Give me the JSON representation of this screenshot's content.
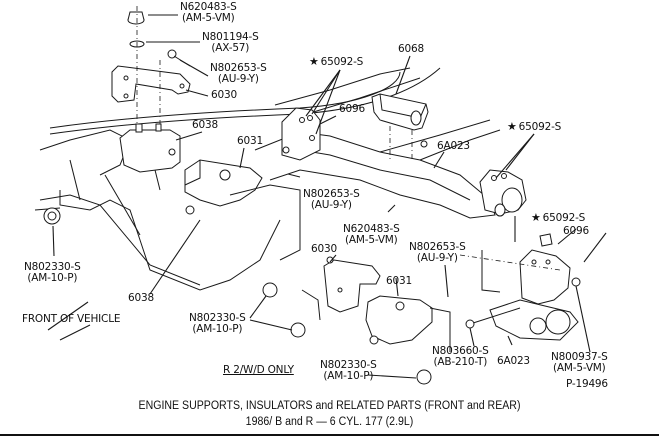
{
  "diagram": {
    "figure_id": "P-19496",
    "title_line1": "ENGINE SUPPORTS, INSULATORS and RELATED PARTS (FRONT and REAR)",
    "title_line2": "1986/ B and R — 6 CYL. 177 (2.9L)",
    "note_r2wd": "R 2/W/D ONLY",
    "front_of_vehicle": "FRONT OF VEHICLE",
    "star_symbol": "★",
    "callouts": {
      "nut_top": {
        "part": "N620483-S",
        "code": "(AM-5-VM)"
      },
      "washer_top": {
        "part": "N801194-S",
        "code": "(AX-57)"
      },
      "bolt_top": {
        "part": "N802653-S",
        "code": "(AU-9-Y)"
      },
      "bracket_6030_top": {
        "part": "6030"
      },
      "insulator_6038_top": {
        "part": "6038"
      },
      "insulator_6031_top": {
        "part": "6031"
      },
      "star_65092_left": {
        "part": "65092-S"
      },
      "support_6096_left": {
        "part": "6096"
      },
      "insulator_6068": {
        "part": "6068"
      },
      "crossmember_6a023_top": {
        "part": "6A023"
      },
      "star_65092_right": {
        "part": "65092-S"
      },
      "star_65092_lower": {
        "part": "65092-S"
      },
      "support_6096_right": {
        "part": "6096"
      },
      "bolt_mid": {
        "part": "N802653-S",
        "code": "(AU-9-Y)"
      },
      "nut_mid": {
        "part": "N620483-S",
        "code": "(AM-5-VM)"
      },
      "nut_left": {
        "part": "N802330-S",
        "code": "(AM-10-P)"
      },
      "insulator_6038_bottom": {
        "part": "6038"
      },
      "bracket_6030_bottom": {
        "part": "6030"
      },
      "insulator_6031_bottom": {
        "part": "6031"
      },
      "bolt_lower": {
        "part": "N802653-S",
        "code": "(AU-9-Y)"
      },
      "nut_center": {
        "part": "N802330-S",
        "code": "(AM-10-P)"
      },
      "nut_bottom": {
        "part": "N802330-S",
        "code": "(AM-10-P)"
      },
      "bolt_long": {
        "part": "N803660-S",
        "code": "(AB-210-T)"
      },
      "crossmember_6a023_bottom": {
        "part": "6A023"
      },
      "nut_right": {
        "part": "N800937-S",
        "code": "(AM-5-VM)"
      }
    }
  }
}
